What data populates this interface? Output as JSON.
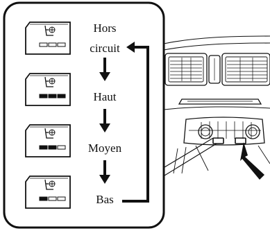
{
  "steps": [
    {
      "label_lines": [
        "Hors",
        "circuit"
      ],
      "level_bars": [
        0,
        0,
        0
      ]
    },
    {
      "label_lines": [
        "Haut"
      ],
      "level_bars": [
        1,
        1,
        1
      ]
    },
    {
      "label_lines": [
        "Moyen"
      ],
      "level_bars": [
        1,
        1,
        0
      ]
    },
    {
      "label_lines": [
        "Bas"
      ],
      "level_bars": [
        1,
        0,
        0
      ]
    }
  ],
  "icons": {
    "switch_symbol": "seat-ventilation-icon",
    "flow_arrow": "arrow-down-icon",
    "cycle_arrow": "cycle-return-arrow-icon",
    "pointer": "pointer-arrow-icon"
  },
  "colors": {
    "line": "#111111",
    "background": "#ffffff"
  }
}
